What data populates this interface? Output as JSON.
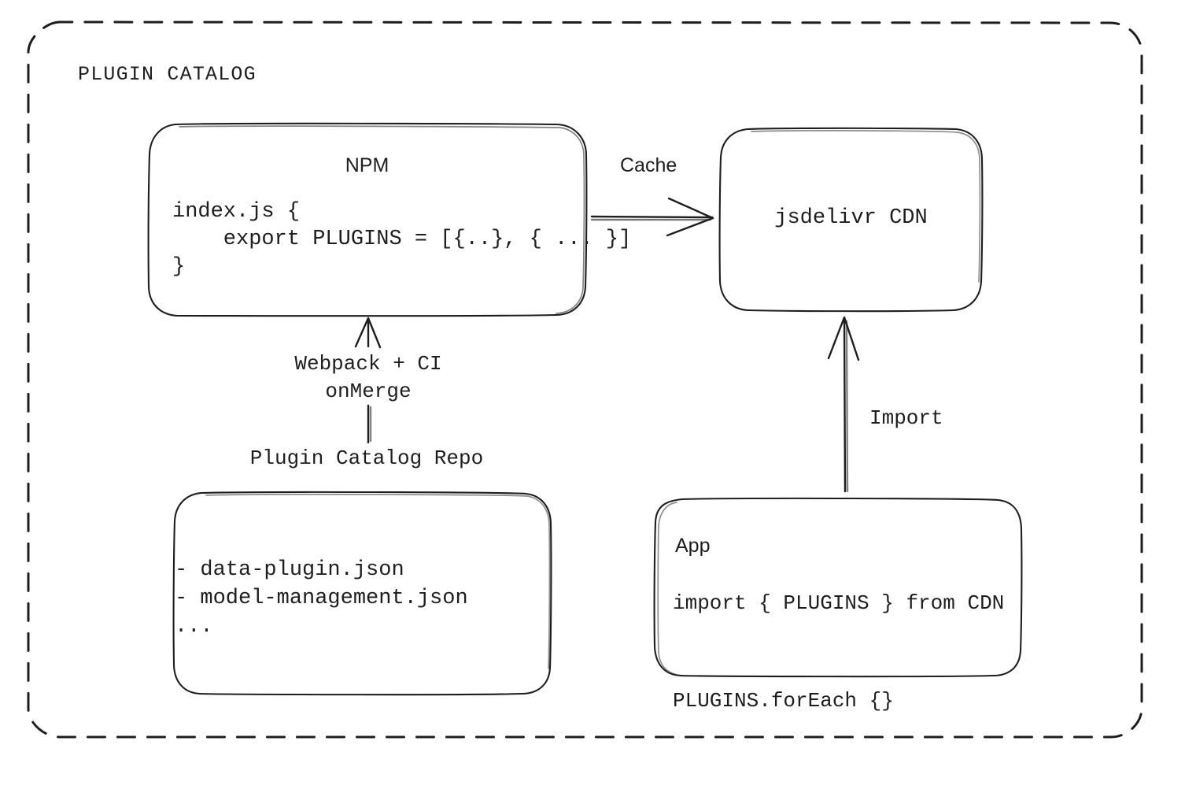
{
  "diagram": {
    "title": "PLUGIN CATALOG",
    "background": "#ffffff",
    "stroke_color": "#1e1e1e",
    "style": "hand-drawn"
  },
  "nodes": {
    "npm": {
      "title": "NPM",
      "code_lines": "index.js {\n    export PLUGINS = [{..}, { ... }]\n}"
    },
    "cdn": {
      "title": "jsdelivr CDN"
    },
    "repo": {
      "caption": "Plugin Catalog Repo",
      "file_lines": "- data-plugin.json\n- model-management.json\n..."
    },
    "app": {
      "title": "App",
      "code_lines": "import { PLUGINS } from CDN\n\nPLUGINS.forEach {}"
    }
  },
  "edges": {
    "cache": {
      "label": "Cache",
      "from": "npm",
      "to": "cdn",
      "direction": "right"
    },
    "build": {
      "label": "Webpack + CI\nonMerge",
      "from": "repo",
      "to": "npm",
      "direction": "up"
    },
    "import": {
      "label": "Import",
      "from": "app",
      "to": "cdn",
      "direction": "up"
    }
  }
}
